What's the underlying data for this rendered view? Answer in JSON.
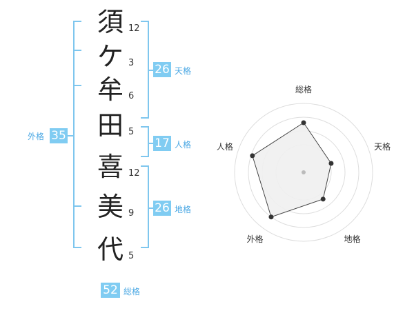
{
  "name_chars": [
    {
      "char": "須",
      "strokes": "12"
    },
    {
      "char": "ケ",
      "strokes": "3"
    },
    {
      "char": "牟",
      "strokes": "6"
    },
    {
      "char": "田",
      "strokes": "5"
    },
    {
      "char": "喜",
      "strokes": "12"
    },
    {
      "char": "美",
      "strokes": "9"
    },
    {
      "char": "代",
      "strokes": "5"
    }
  ],
  "fortunes": {
    "tenkaku": {
      "label": "天格",
      "value": "26"
    },
    "jinkaku": {
      "label": "人格",
      "value": "17"
    },
    "chikaku": {
      "label": "地格",
      "value": "26"
    },
    "gaikaku": {
      "label": "外格",
      "value": "35"
    },
    "soukaku": {
      "label": "総格",
      "value": "52"
    }
  },
  "radar": {
    "axes": [
      "総格",
      "天格",
      "地格",
      "外格",
      "人格"
    ],
    "values": [
      0.72,
      0.42,
      0.48,
      0.8,
      0.78
    ],
    "colors": {
      "fill": "#efefef",
      "line": "#444444",
      "ring": "#dddddd",
      "center": "#bbbbbb"
    }
  }
}
